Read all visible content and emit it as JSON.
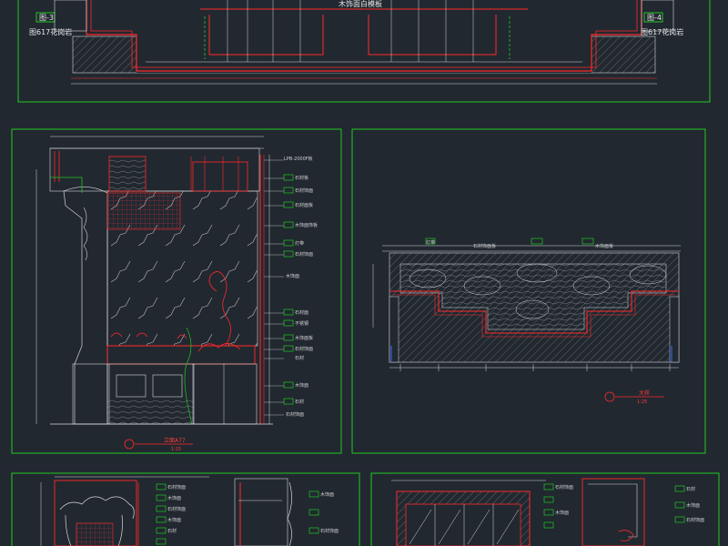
{
  "top_panel": {
    "tag_left": "图-3",
    "tag_right": "图-4",
    "label_left": "图617花岗岩",
    "label_right": "图617花岗岩",
    "label_center": "木饰面白模板"
  },
  "mid_left_panel": {
    "title": "立面A77",
    "scale": "1:15",
    "annotations": [
      "LPB-2000F板",
      "石材板",
      "石材饰面",
      "石材面板",
      "木饰面饰板",
      "灯带",
      "石材饰面",
      "木饰面",
      "石材面",
      "不锈钢",
      "木饰面板",
      "石材饰面",
      "石材",
      "木饰面",
      "石材",
      "石材饰面"
    ]
  },
  "mid_right_panel": {
    "title": "大样",
    "scale": "1:25",
    "annotations": [
      "灯带",
      "石材饰面板",
      "木饰面板"
    ]
  },
  "bottom_left_panel": {
    "annotations": [
      "石材饰面",
      "木饰面",
      "石材饰面",
      "木饰面",
      "石材",
      "木饰面",
      "石材饰面"
    ]
  },
  "bottom_right_panel": {
    "annotations": [
      "石材饰面",
      "木饰面",
      "石材",
      "木饰面",
      "石材饰面"
    ]
  },
  "colors": {
    "background": "#212830",
    "frame_green": "#22c822",
    "wall_red": "#ff2a2a",
    "line_white": "#d8d8d8",
    "hatch": "#a0a0a0"
  }
}
